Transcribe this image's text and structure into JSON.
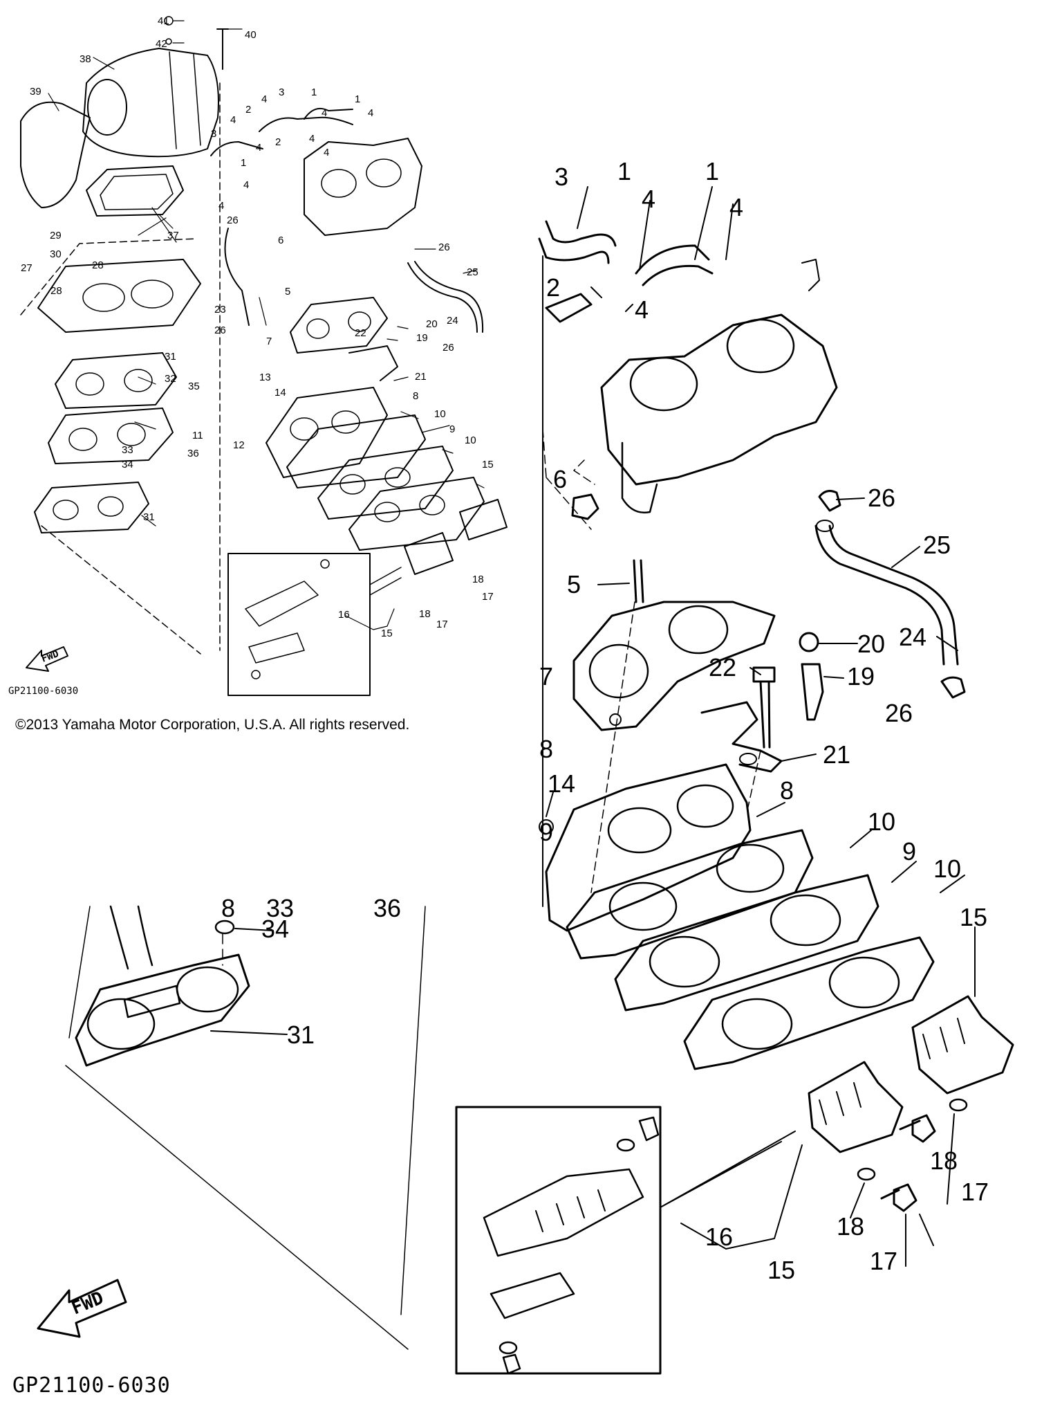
{
  "diagram_code": "GP21100-6030",
  "copyright": "©2013 Yamaha Motor Corporation, U.S.A. All rights reserved.",
  "fwd_label": "FWD",
  "overview_callouts": [
    {
      "id": "o41",
      "text": "41"
    },
    {
      "id": "o42",
      "text": "42"
    },
    {
      "id": "o40",
      "text": "40"
    },
    {
      "id": "o38",
      "text": "38"
    },
    {
      "id": "o39",
      "text": "39"
    },
    {
      "id": "o3a",
      "text": "3"
    },
    {
      "id": "o1a",
      "text": "1"
    },
    {
      "id": "o1b",
      "text": "1"
    },
    {
      "id": "o4a",
      "text": "4"
    },
    {
      "id": "o4b",
      "text": "4"
    },
    {
      "id": "o4c",
      "text": "4"
    },
    {
      "id": "o4d",
      "text": "4"
    },
    {
      "id": "o2a",
      "text": "2"
    },
    {
      "id": "o3b",
      "text": "3"
    },
    {
      "id": "o4e",
      "text": "4"
    },
    {
      "id": "o2b",
      "text": "2"
    },
    {
      "id": "o4f",
      "text": "4"
    },
    {
      "id": "o4g",
      "text": "4"
    },
    {
      "id": "o1c",
      "text": "1"
    },
    {
      "id": "o4h",
      "text": "4"
    },
    {
      "id": "o4i",
      "text": "4"
    },
    {
      "id": "o37",
      "text": "37"
    },
    {
      "id": "o26a",
      "text": "26"
    },
    {
      "id": "o29",
      "text": "29"
    },
    {
      "id": "o30",
      "text": "30"
    },
    {
      "id": "o27",
      "text": "27"
    },
    {
      "id": "o28a",
      "text": "28"
    },
    {
      "id": "o28b",
      "text": "28"
    },
    {
      "id": "o6",
      "text": "6"
    },
    {
      "id": "o26b",
      "text": "26"
    },
    {
      "id": "o25",
      "text": "25"
    },
    {
      "id": "o5",
      "text": "5"
    },
    {
      "id": "o23",
      "text": "23"
    },
    {
      "id": "o26c",
      "text": "26"
    },
    {
      "id": "o24",
      "text": "24"
    },
    {
      "id": "o20",
      "text": "20"
    },
    {
      "id": "o22",
      "text": "22"
    },
    {
      "id": "o19",
      "text": "19"
    },
    {
      "id": "o7",
      "text": "7"
    },
    {
      "id": "o26d",
      "text": "26"
    },
    {
      "id": "o31a",
      "text": "31"
    },
    {
      "id": "o21",
      "text": "21"
    },
    {
      "id": "o32",
      "text": "32"
    },
    {
      "id": "o35",
      "text": "35"
    },
    {
      "id": "o13",
      "text": "13"
    },
    {
      "id": "o14",
      "text": "14"
    },
    {
      "id": "o8",
      "text": "8"
    },
    {
      "id": "o11",
      "text": "11"
    },
    {
      "id": "o12",
      "text": "12"
    },
    {
      "id": "o10a",
      "text": "10"
    },
    {
      "id": "o9",
      "text": "9"
    },
    {
      "id": "o10b",
      "text": "10"
    },
    {
      "id": "o33",
      "text": "33"
    },
    {
      "id": "o36",
      "text": "36"
    },
    {
      "id": "o34",
      "text": "34"
    },
    {
      "id": "o15a",
      "text": "15"
    },
    {
      "id": "o31b",
      "text": "31"
    },
    {
      "id": "o18a",
      "text": "18"
    },
    {
      "id": "o17a",
      "text": "17"
    },
    {
      "id": "o16",
      "text": "16"
    },
    {
      "id": "o18b",
      "text": "18"
    },
    {
      "id": "o17b",
      "text": "17"
    },
    {
      "id": "o15b",
      "text": "15"
    }
  ],
  "detail_callouts": [
    {
      "id": "d3",
      "text": "3"
    },
    {
      "id": "d1a",
      "text": "1"
    },
    {
      "id": "d4a",
      "text": "4"
    },
    {
      "id": "d1b",
      "text": "1"
    },
    {
      "id": "d4b",
      "text": "4"
    },
    {
      "id": "d2",
      "text": "2"
    },
    {
      "id": "d4c",
      "text": "4"
    },
    {
      "id": "d6",
      "text": "6"
    },
    {
      "id": "d26a",
      "text": "26"
    },
    {
      "id": "d25",
      "text": "25"
    },
    {
      "id": "d5",
      "text": "5"
    },
    {
      "id": "d20",
      "text": "20"
    },
    {
      "id": "d24",
      "text": "24"
    },
    {
      "id": "d22",
      "text": "22"
    },
    {
      "id": "d19",
      "text": "19"
    },
    {
      "id": "d26b",
      "text": "26"
    },
    {
      "id": "d21",
      "text": "21"
    },
    {
      "id": "d14",
      "text": "14"
    },
    {
      "id": "d8",
      "text": "8"
    },
    {
      "id": "d10a",
      "text": "10"
    },
    {
      "id": "d9",
      "text": "9"
    },
    {
      "id": "d10b",
      "text": "10"
    },
    {
      "id": "d15a",
      "text": "15"
    },
    {
      "id": "d34",
      "text": "34"
    },
    {
      "id": "d31",
      "text": "31"
    },
    {
      "id": "d18a",
      "text": "18"
    },
    {
      "id": "d17a",
      "text": "17"
    },
    {
      "id": "d16",
      "text": "16"
    },
    {
      "id": "d18b",
      "text": "18"
    },
    {
      "id": "d17b",
      "text": "17"
    },
    {
      "id": "d15b",
      "text": "15"
    }
  ]
}
